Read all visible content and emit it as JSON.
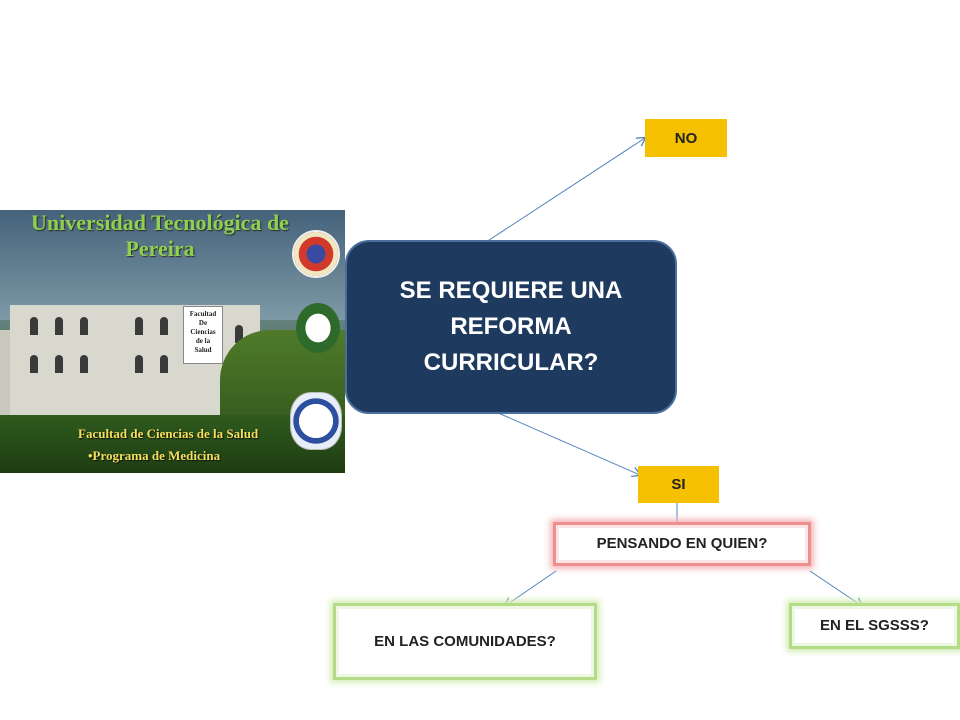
{
  "image": {
    "title_line1": "Universidad Tecnológica de",
    "title_line2": "Pereira",
    "sign_lines": [
      "Facultad",
      "De",
      "Ciencias",
      "de la",
      "Salud"
    ],
    "footer_line1": "Facultad de Ciencias de la Salud",
    "footer_line2": "•Programa de Medicina"
  },
  "nodes": {
    "main": "SE REQUIERE UNA REFORMA CURRICULAR?",
    "no": "NO",
    "si": "SI",
    "pensando": "PENSANDO EN QUIEN?",
    "comunidades": "EN LAS COMUNIDADES?",
    "sgsss": "EN EL SGSSS?"
  },
  "colors": {
    "main_fill": "#1e3a5f",
    "yellow": "#f5c000",
    "pink_glow": "#ee8f8f",
    "green_glow": "#b4dc86",
    "connector": "#4f81bd"
  }
}
